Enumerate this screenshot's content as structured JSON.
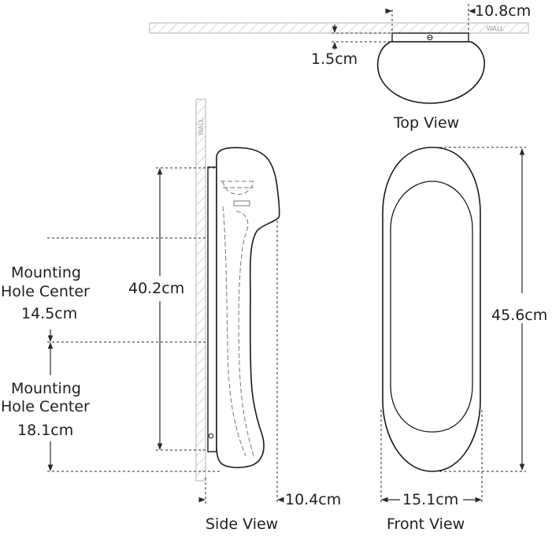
{
  "labels": {
    "top_width": "10.8cm",
    "top_plate_depth": "1.5cm",
    "top_view": "Top View",
    "wall": "WALL",
    "side_height": "40.2cm",
    "mount_upper_line1": "Mounting",
    "mount_upper_line2": "Hole Center",
    "mount_upper_value": "14.5cm",
    "mount_lower_line1": "Mounting",
    "mount_lower_line2": "Hole Center",
    "mount_lower_value": "18.1cm",
    "side_depth": "10.4cm",
    "side_view": "Side View",
    "front_height": "45.6cm",
    "front_width": "15.1cm",
    "front_view": "Front View"
  },
  "colors": {
    "line": "#1a1a1a",
    "wall_hatch": "#b5b5b5",
    "hidden_line": "#777777"
  }
}
